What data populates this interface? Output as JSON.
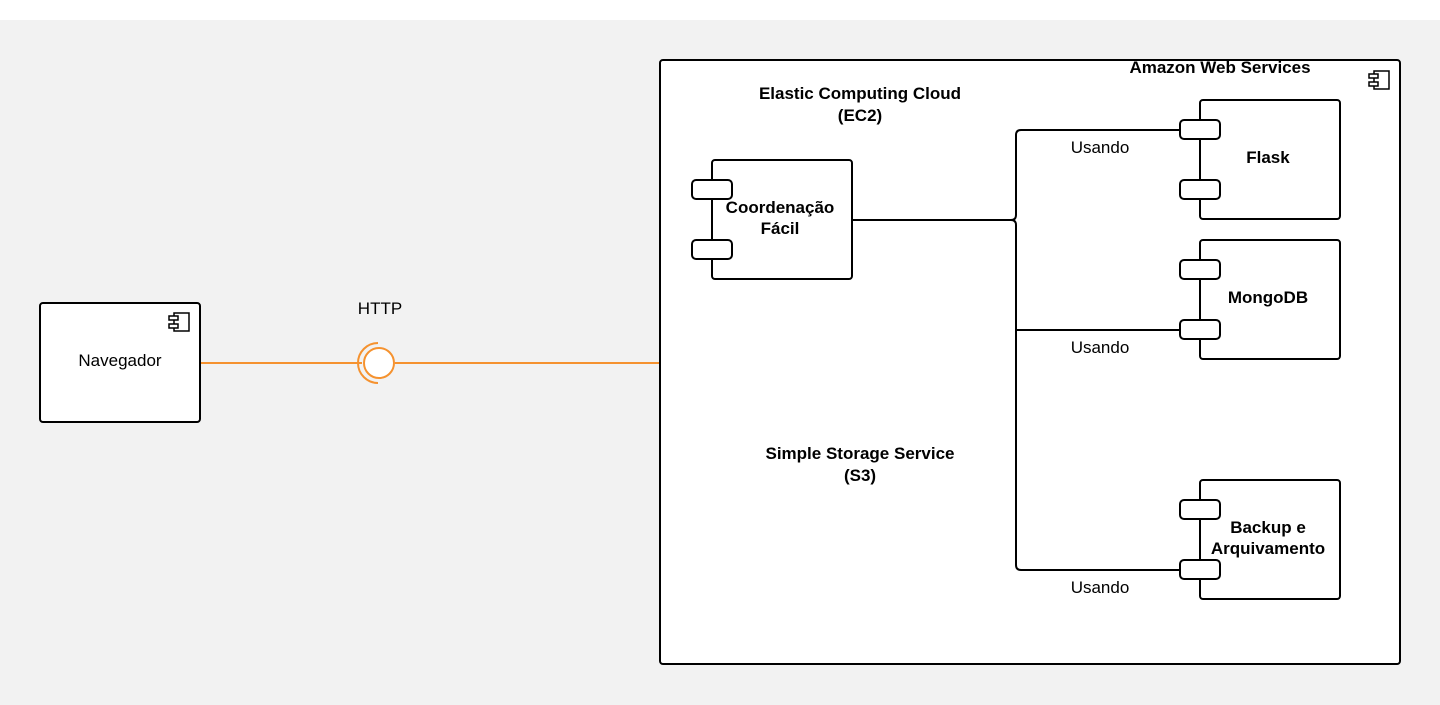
{
  "colors": {
    "canvas_background": "#f2f2f2",
    "interface_line": "#f5922f",
    "stroke": "#000000"
  },
  "navigator": {
    "label": "Navegador",
    "icon": "component-icon"
  },
  "interface": {
    "label": "HTTP"
  },
  "aws": {
    "label": "Amazon Web Services",
    "icon": "component-icon"
  },
  "ec2": {
    "line1": "Elastic Computing Cloud",
    "line2": "(EC2)"
  },
  "s3": {
    "line1": "Simple Storage Service",
    "line2": "(S3)"
  },
  "components": {
    "coordenacao": {
      "line1": "Coordenação",
      "line2": "Fácil"
    },
    "flask": {
      "label": "Flask"
    },
    "mongodb": {
      "label": "MongoDB"
    },
    "backup": {
      "line1": "Backup e",
      "line2": "Arquivamento"
    }
  },
  "connectors": {
    "flask_usage": "Usando",
    "mongodb_usage": "Usando",
    "backup_usage": "Usando"
  }
}
